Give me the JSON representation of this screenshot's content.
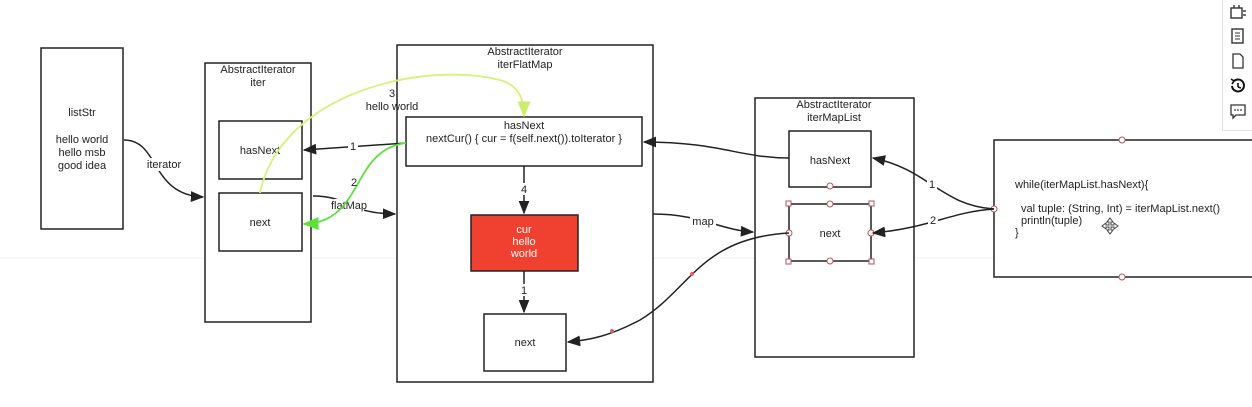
{
  "nodes": {
    "liststr": {
      "lines": [
        "listStr",
        "",
        "hello world",
        "hello msb",
        "good idea"
      ]
    },
    "iter_container": {
      "lines": [
        "AbstractIterator",
        "iter"
      ]
    },
    "iter_hasnext": {
      "label": "hasNext"
    },
    "iter_next": {
      "label": "next"
    },
    "flatmap_container": {
      "lines": [
        "AbstractIterator",
        "iterFlatMap"
      ]
    },
    "flatmap_hasnext": {
      "lines": [
        "hasNext",
        "nextCur() { cur = f(self.next()).toIterator }"
      ]
    },
    "cur_box": {
      "lines": [
        "cur",
        "hello",
        "world"
      ]
    },
    "flatmap_next": {
      "label": "next"
    },
    "maplist_container": {
      "lines": [
        "AbstractIterator",
        "iterMapList"
      ]
    },
    "maplist_hasnext": {
      "label": "hasNext"
    },
    "maplist_next": {
      "label": "next"
    },
    "code_box": {
      "lines": [
        "while(iterMapList.hasNext){",
        "",
        "  val tuple: (String, Int) = iterMapList.next()",
        "  println(tuple)",
        "}"
      ]
    }
  },
  "edges": {
    "iterator": "iterator",
    "flatmap": "flatMap",
    "map": "map",
    "hello_world_num": "3",
    "hello_world": "hello world",
    "arrow_1_hasnext": "1",
    "arrow_2_next": "2",
    "arrow_4": "4",
    "arrow_1_cur_next": "1",
    "right_1": "1",
    "right_2": "2"
  },
  "colors": {
    "stroke": "#222222",
    "cur_fill": "#f0402f",
    "light_green": "#d6f27a",
    "green": "#5ee03a",
    "selection_handle": "#b2545c",
    "hint_red": "#e06060"
  },
  "toolbar": {
    "icons": [
      "frame-add-icon",
      "page-copy-icon",
      "blank-page-icon",
      "history-icon",
      "comment-icon"
    ]
  }
}
